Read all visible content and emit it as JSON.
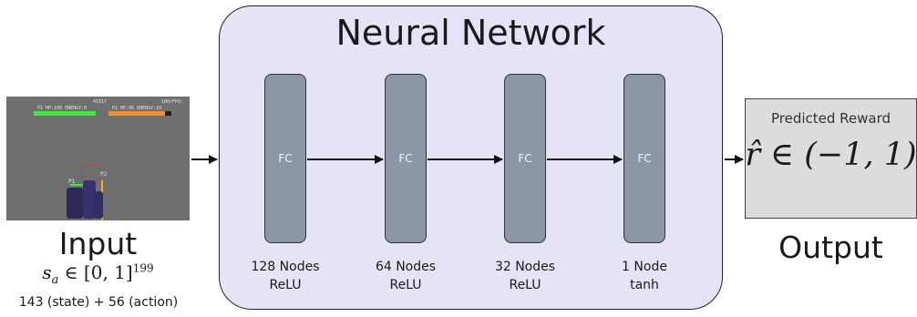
{
  "title": "Neural Network",
  "input": {
    "label": "Input",
    "formula": "s",
    "formula_sub": "a",
    "formula_rest": " ∈ [0, 1]",
    "formula_sup": "199",
    "dims": "143 (state) + 56 (action)",
    "hud_left": "P1 HP:100 ENERGY:0",
    "hud_right": "P2 HP:96 ENERGY:10",
    "hud_timer": "45317",
    "hud_frame": "100/FPS:",
    "p1_tag": "P1",
    "p2_tag": "P2"
  },
  "layers": [
    {
      "name": "FC",
      "nodes": "128 Nodes",
      "activation": "ReLU"
    },
    {
      "name": "FC",
      "nodes": "64 Nodes",
      "activation": "ReLU"
    },
    {
      "name": "FC",
      "nodes": "32 Nodes",
      "activation": "ReLU"
    },
    {
      "name": "FC",
      "nodes": "1 Node",
      "activation": "tanh"
    }
  ],
  "output": {
    "box_title": "Predicted Reward",
    "formula": "r̂ ∈ (−1, 1)",
    "label": "Output"
  },
  "colors": {
    "nn_fill": "#e4e4f6",
    "fc_fill": "#8b96a6",
    "output_fill": "#dcdcdc",
    "arrow": "#111111"
  }
}
